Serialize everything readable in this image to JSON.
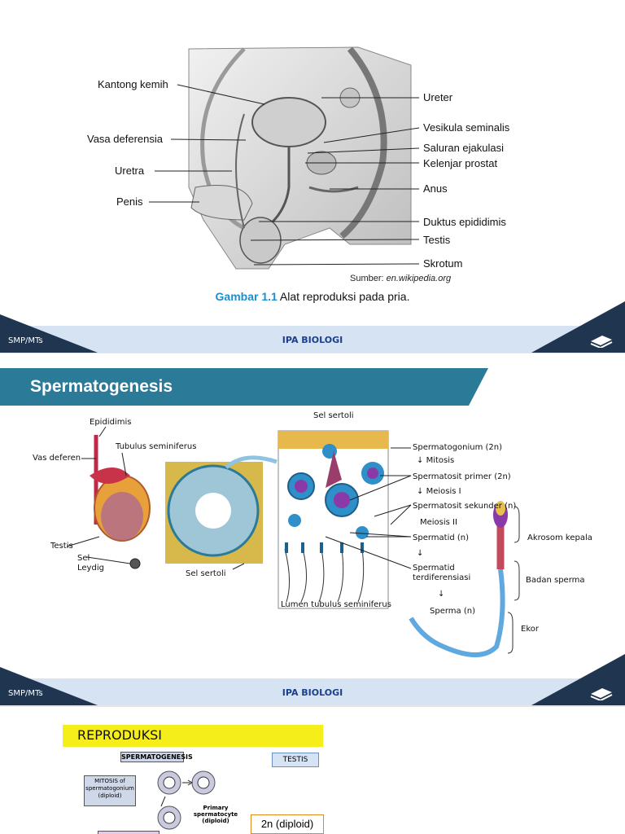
{
  "footer": {
    "left_label": "SMP/MTs",
    "center_label": "IPA BIOLOGI"
  },
  "slide1": {
    "labels_left": [
      "Kantong kemih",
      "Vasa deferensia",
      "Uretra",
      "Penis"
    ],
    "labels_right": [
      "Ureter",
      "Vesikula seminalis",
      "Saluran ejakulasi",
      "Kelenjar prostat",
      "Anus",
      "Duktus epididimis",
      "Testis",
      "Skrotum"
    ],
    "source_prefix": "Sumber:",
    "source_site": "en.wikipedia.org",
    "caption_prefix": "Gambar 1.1",
    "caption_text": "Alat reproduksi pada pria."
  },
  "slide2": {
    "title": "Spermatogenesis",
    "left_labels": [
      "Epididimis",
      "Vas deferen",
      "Tubulus seminiferus",
      "Testis",
      "Sel",
      "Leydig",
      "Sel sertoli"
    ],
    "top_label": "Sel sertoli",
    "stages": [
      "Spermatogonium (2n)",
      "Mitosis",
      "Spermatosit primer (2n)",
      "Meiosis I",
      "Spermatosit sekunder (n)",
      "Meiosis II",
      "Spermatid (n)",
      "Spermatid",
      "terdiferensiasi",
      "Sperma (n)"
    ],
    "lumen": "Lumen tubulus seminiferus",
    "sperm_parts": [
      "Akrosom kepala",
      "Badan sperma",
      "Ekor"
    ]
  },
  "slide3": {
    "header": "REPRODUKSI",
    "spermatogenesis": "SPERMATOGENESIS",
    "testis": "TESTIS",
    "mitosis_lines": [
      "MITOSIS of",
      "spermatogonium",
      "(diploid)"
    ],
    "primary_lines": [
      "Primary",
      "spermatocyte",
      "(diploid)"
    ],
    "diploid": "2n (diploid)"
  }
}
